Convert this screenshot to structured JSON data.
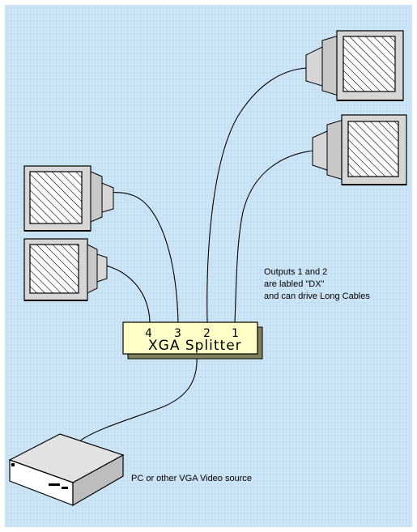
{
  "splitter": {
    "title": "XGA Splitter",
    "ports": [
      "4",
      "3",
      "2",
      "1"
    ]
  },
  "annotations": {
    "dx_note": [
      "Outputs 1 and 2",
      "are labled \"DX\"",
      "and can drive Long Cables"
    ],
    "source_label": "PC or other VGA Video source"
  },
  "colors": {
    "background": "#c9e3f5",
    "splitter_face": "#ffffc8",
    "monitor_body": "#d6d6d6",
    "cable": "#000000"
  },
  "icons": {
    "monitor": "crt-monitor-icon",
    "source": "pc-box-icon"
  }
}
